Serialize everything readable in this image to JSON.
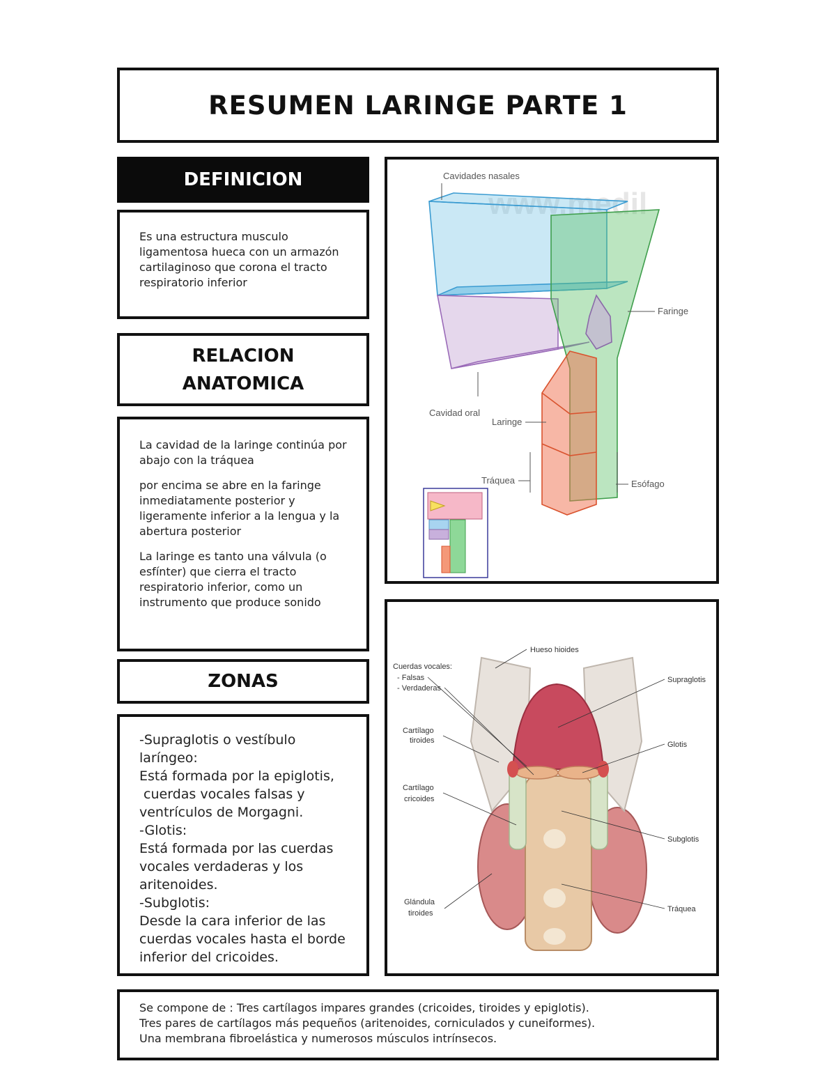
{
  "title": "RESUMEN LARINGE PARTE 1",
  "definicion": {
    "heading": "DEFINICION",
    "text": "Es una estructura musculo ligamentosa hueca con un armazón cartilaginoso que corona el tracto respiratorio inferior"
  },
  "relacion": {
    "heading_line1": "RELACION",
    "heading_line2": "ANATOMICA",
    "paragraphs": [
      "La cavidad de la laringe continúa por abajo con la tráquea",
      "por encima se abre en la faringe inmediatamente posterior y ligeramente inferior a la lengua y la abertura posterior",
      "La laringe es tanto una válvula (o esfínter) que cierra el tracto respiratorio inferior, como un instrumento que produce sonido"
    ]
  },
  "zonas": {
    "heading": "ZONAS",
    "lines": [
      "-Supraglotis o vestíbulo laríngeo:",
      "Está formada por la epiglotis,",
      " cuerdas vocales falsas y",
      "ventrículos de Morgagni.",
      "-Glotis:",
      "Está formada por las cuerdas",
      "vocales verdaderas y los",
      "aritenoides.",
      "-Subglotis:",
      "Desde la cara inferior de las",
      "cuerdas vocales hasta el borde",
      "inferior del cricoides."
    ]
  },
  "diagram1": {
    "watermark": "www.medil",
    "labels": {
      "cavidades_nasales": "Cavidades nasales",
      "faringe": "Faringe",
      "cavidad_oral": "Cavidad oral",
      "laringe": "Laringe",
      "traquea": "Tráquea",
      "esofago": "Esófago"
    },
    "colors": {
      "nasal": "#5bb6e0",
      "oral": "#b48cc8",
      "pharynx": "#5cc06a",
      "larynx": "#f0704e"
    }
  },
  "diagram2": {
    "labels": {
      "hueso_hioides": "Hueso hioides",
      "cuerdas_vocales": "Cuerdas vocales:",
      "falsas": "- Falsas",
      "verdaderas": "- Verdaderas",
      "cartilago_tiroides_1": "Cartílago",
      "cartilago_tiroides_2": "tiroides",
      "cartilago_cricoides_1": "Cartílago",
      "cartilago_cricoides_2": "cricoides",
      "glandula_tiroides_1": "Glándula",
      "glandula_tiroides_2": "tiroides",
      "supraglotis": "Supraglotis",
      "glotis": "Glotis",
      "subglotis": "Subglotis",
      "traquea": "Tráquea"
    }
  },
  "footer": {
    "lines": [
      "Se compone de : Tres cartílagos impares grandes (cricoides, tiroides y epiglotis).",
      "Tres pares de cartílagos más pequeños (aritenoides, corniculados y cuneiformes).",
      "Una membrana fibroelástica y numerosos músculos intrínsecos."
    ]
  }
}
